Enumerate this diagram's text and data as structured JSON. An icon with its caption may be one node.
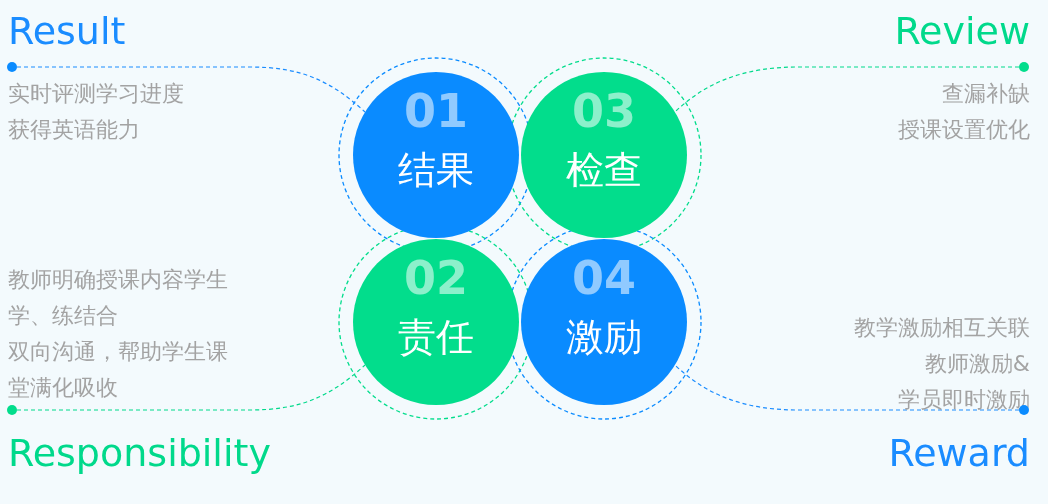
{
  "diagram": {
    "nodes": [
      {
        "text": [
          "01",
          "结果"
        ]
      },
      {
        "text": [
          "03",
          "检查"
        ]
      },
      {
        "text": [
          "02",
          "责任"
        ]
      },
      {
        "text": [
          "04",
          "激励"
        ]
      },
      {
        "text": [
          "Result",
          "实时评测学习进度",
          "获得英语能力"
        ]
      },
      {
        "text": [
          "Review",
          "查漏补缺",
          "授课设置优化"
        ]
      },
      {
        "text": [
          "教师明确授课内容学生学、练结合",
          "双向沟通，帮助学生课堂满化吸收",
          "Responsibility"
        ]
      },
      {
        "text": [
          "教学激励相互关联",
          "教师激励&",
          "学员即时激励",
          "Reward"
        ]
      },
      {
        "text": [],
        "shape": "circle",
        "in": 4
      },
      {
        "text": [],
        "shape": "circle",
        "in": 5
      },
      {
        "text": [],
        "shape": "circle",
        "in": 6
      },
      {
        "text": [],
        "shape": "circle",
        "in": 7
      }
    ],
    "edges": [
      {
        "from": 8,
        "to": 0,
        "arrow": "none",
        "style": "dashed",
        "color": "#1a8cff"
      },
      {
        "from": 9,
        "to": 1,
        "arrow": "none",
        "style": "dashed",
        "color": "#00d98b"
      },
      {
        "from": 10,
        "to": 2,
        "arrow": "none",
        "style": "dashed",
        "color": "#00d98b"
      },
      {
        "from": 11,
        "to": 3,
        "arrow": "none",
        "style": "dashed",
        "color": "#1a8cff"
      }
    ]
  }
}
